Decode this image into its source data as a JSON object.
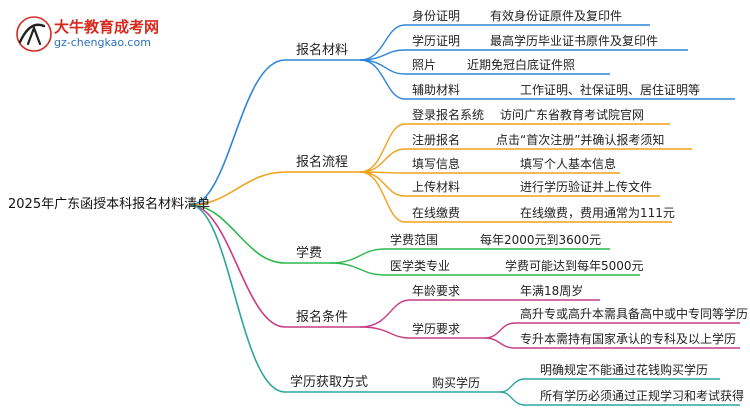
{
  "logo": {
    "brand": "大牛教育成考网",
    "site": "gz-chengkao.com"
  },
  "root": "2025年广东函授本科报名材料清单",
  "colors": {
    "blue": "#2f86d9",
    "orange": "#f0a21a",
    "green": "#2db84d",
    "purple": "#c83c88",
    "teal": "#2aa6a0"
  },
  "branches": [
    {
      "label": "报名材料",
      "children": [
        {
          "label": "身份证明",
          "detail": "有效身份证原件及复印件"
        },
        {
          "label": "学历证明",
          "detail": "最高学历毕业证书原件及复印件"
        },
        {
          "label": "照片",
          "detail": "近期免冠白底证件照"
        },
        {
          "label": "辅助材料",
          "detail": "工作证明、社保证明、居住证明等"
        }
      ]
    },
    {
      "label": "报名流程",
      "children": [
        {
          "label": "登录报名系统",
          "detail": "访问广东省教育考试院官网"
        },
        {
          "label": "注册报名",
          "detail": "点击“首次注册”并确认报考须知"
        },
        {
          "label": "填写信息",
          "detail": "填写个人基本信息"
        },
        {
          "label": "上传材料",
          "detail": "进行学历验证并上传文件"
        },
        {
          "label": "在线缴费",
          "detail": "在线缴费，费用通常为111元"
        }
      ]
    },
    {
      "label": "学费",
      "children": [
        {
          "label": "学费范围",
          "detail": "每年2000元到3600元"
        },
        {
          "label": "医学类专业",
          "detail": "学费可能达到每年5000元"
        }
      ]
    },
    {
      "label": "报名条件",
      "children": [
        {
          "label": "年龄要求",
          "details": [
            "年满18周岁"
          ]
        },
        {
          "label": "学历要求",
          "details": [
            "高升专或高升本需具备高中或中专同等学历",
            "专升本需持有国家承认的专科及以上学历"
          ]
        }
      ]
    },
    {
      "label": "学历获取方式",
      "children": [
        {
          "label": "购买学历",
          "details": [
            "明确规定不能通过花钱购买学历",
            "所有学历必须通过正规学习和考试获得"
          ]
        }
      ]
    }
  ]
}
